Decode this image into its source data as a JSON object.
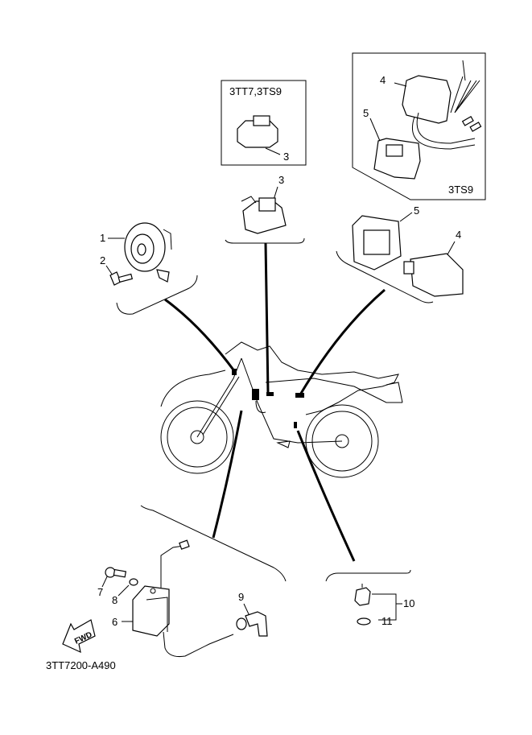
{
  "diagram": {
    "inset_left": {
      "title": "3TT7,3TS9",
      "callout": "3"
    },
    "inset_right": {
      "title": "3TS9",
      "callouts": [
        "4",
        "5"
      ]
    },
    "group_top": {
      "callout": "3"
    },
    "group_right": {
      "callouts": [
        "5",
        "4"
      ]
    },
    "group_left": {
      "callouts": [
        "1",
        "2"
      ]
    },
    "group_bottom_left": {
      "callouts": [
        "7",
        "8",
        "6",
        "9"
      ]
    },
    "group_bottom_right": {
      "callouts": [
        "10",
        "11"
      ]
    },
    "fwd_arrow": "FWD",
    "drawing_code": "3TT7200-A490"
  }
}
